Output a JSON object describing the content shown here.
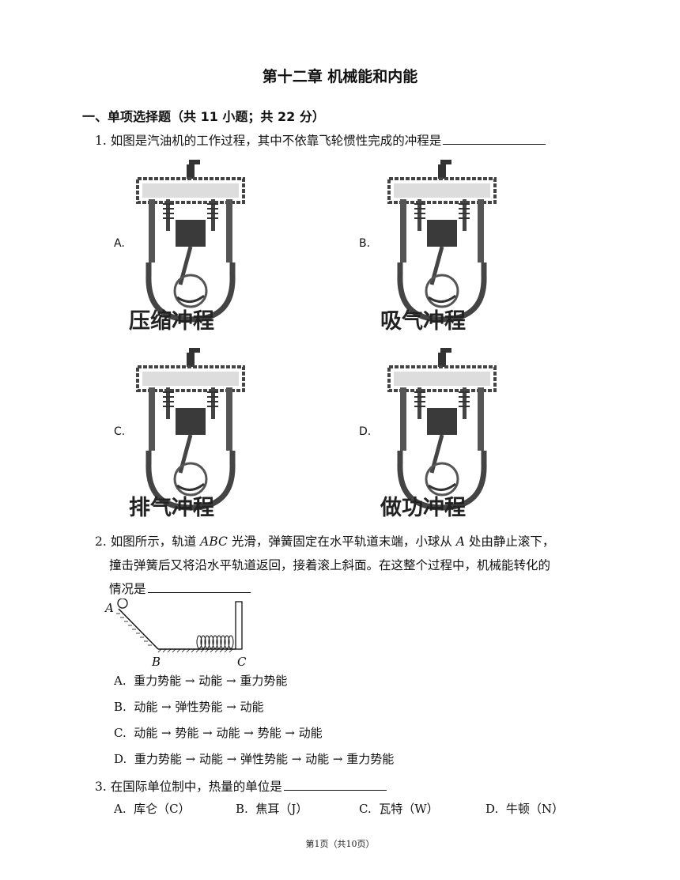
{
  "title": "第十二章  机械能和内能",
  "section": "一、单项选择题（共 11 小题；共 22 分）",
  "q1": {
    "number": "1.",
    "text": "如图是汽油机的工作过程，其中不依靠飞轮惯性完成的冲程是",
    "options": [
      {
        "label": "A.",
        "caption": "压缩冲程"
      },
      {
        "label": "B.",
        "caption": "吸气冲程"
      },
      {
        "label": "C.",
        "caption": "排气冲程"
      },
      {
        "label": "D.",
        "caption": "做功冲程"
      }
    ]
  },
  "q2": {
    "number": "2.",
    "line1_a": "如图所示，轨道 ",
    "line1_abc": "ABC",
    "line1_b": " 光滑，弹簧固定在水平轨道末端，小球从 ",
    "line1_A": "A",
    "line1_c": " 处由静止滚下，",
    "line2": "撞击弹簧后又将沿水平轨道返回，接着滚上斜面。在这整个过程中，机械能转化的",
    "line3": "情况是",
    "diagram_labels": {
      "a": "A",
      "b": "B",
      "c": "C"
    },
    "options": [
      {
        "label": "A.",
        "text": "重力势能 → 动能 → 重力势能"
      },
      {
        "label": "B.",
        "text": "动能 → 弹性势能 → 动能"
      },
      {
        "label": "C.",
        "text": "动能 → 势能 → 动能 → 势能 → 动能"
      },
      {
        "label": "D.",
        "text": "重力势能 → 动能 → 弹性势能 → 动能 → 重力势能"
      }
    ]
  },
  "q3": {
    "number": "3.",
    "text": "在国际单位制中，热量的单位是",
    "options": [
      {
        "label": "A.",
        "text": "库仑（C）"
      },
      {
        "label": "B.",
        "text": "焦耳（J）"
      },
      {
        "label": "C.",
        "text": "瓦特（W）"
      },
      {
        "label": "D.",
        "text": "牛顿（N）"
      }
    ]
  },
  "footer": "第1页（共10页）"
}
